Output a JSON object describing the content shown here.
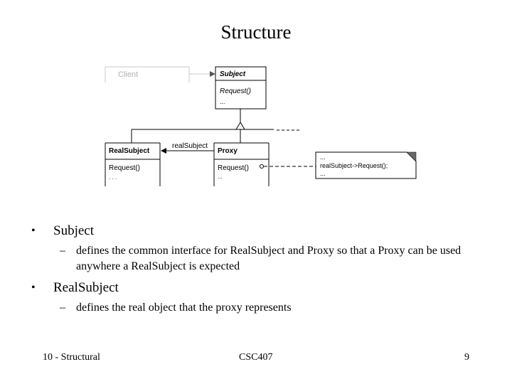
{
  "slide": {
    "title": "Structure",
    "footer_left": "10 - Structural",
    "footer_center": "CSC407",
    "page_number": "9"
  },
  "diagram": {
    "client_label": "Client",
    "subject": {
      "name": "Subject",
      "operation": "Request()",
      "ellipsis": "..."
    },
    "real_subject": {
      "name": "RealSubject",
      "operation": "Request()",
      "ellipsis": ". . ."
    },
    "proxy": {
      "name": "Proxy",
      "operation": "Request()",
      "ellipsis": "..."
    },
    "association_label": "realSubject",
    "note": {
      "line1": "...",
      "line2": "realSubject->Request();",
      "line3": "..."
    }
  },
  "bullets": [
    {
      "label": "Subject",
      "detail": "defines the common interface for RealSubject and Proxy so that a Proxy can be used anywhere a RealSubject is expected"
    },
    {
      "label": "RealSubject",
      "detail": "defines the real object that the proxy represents"
    }
  ]
}
